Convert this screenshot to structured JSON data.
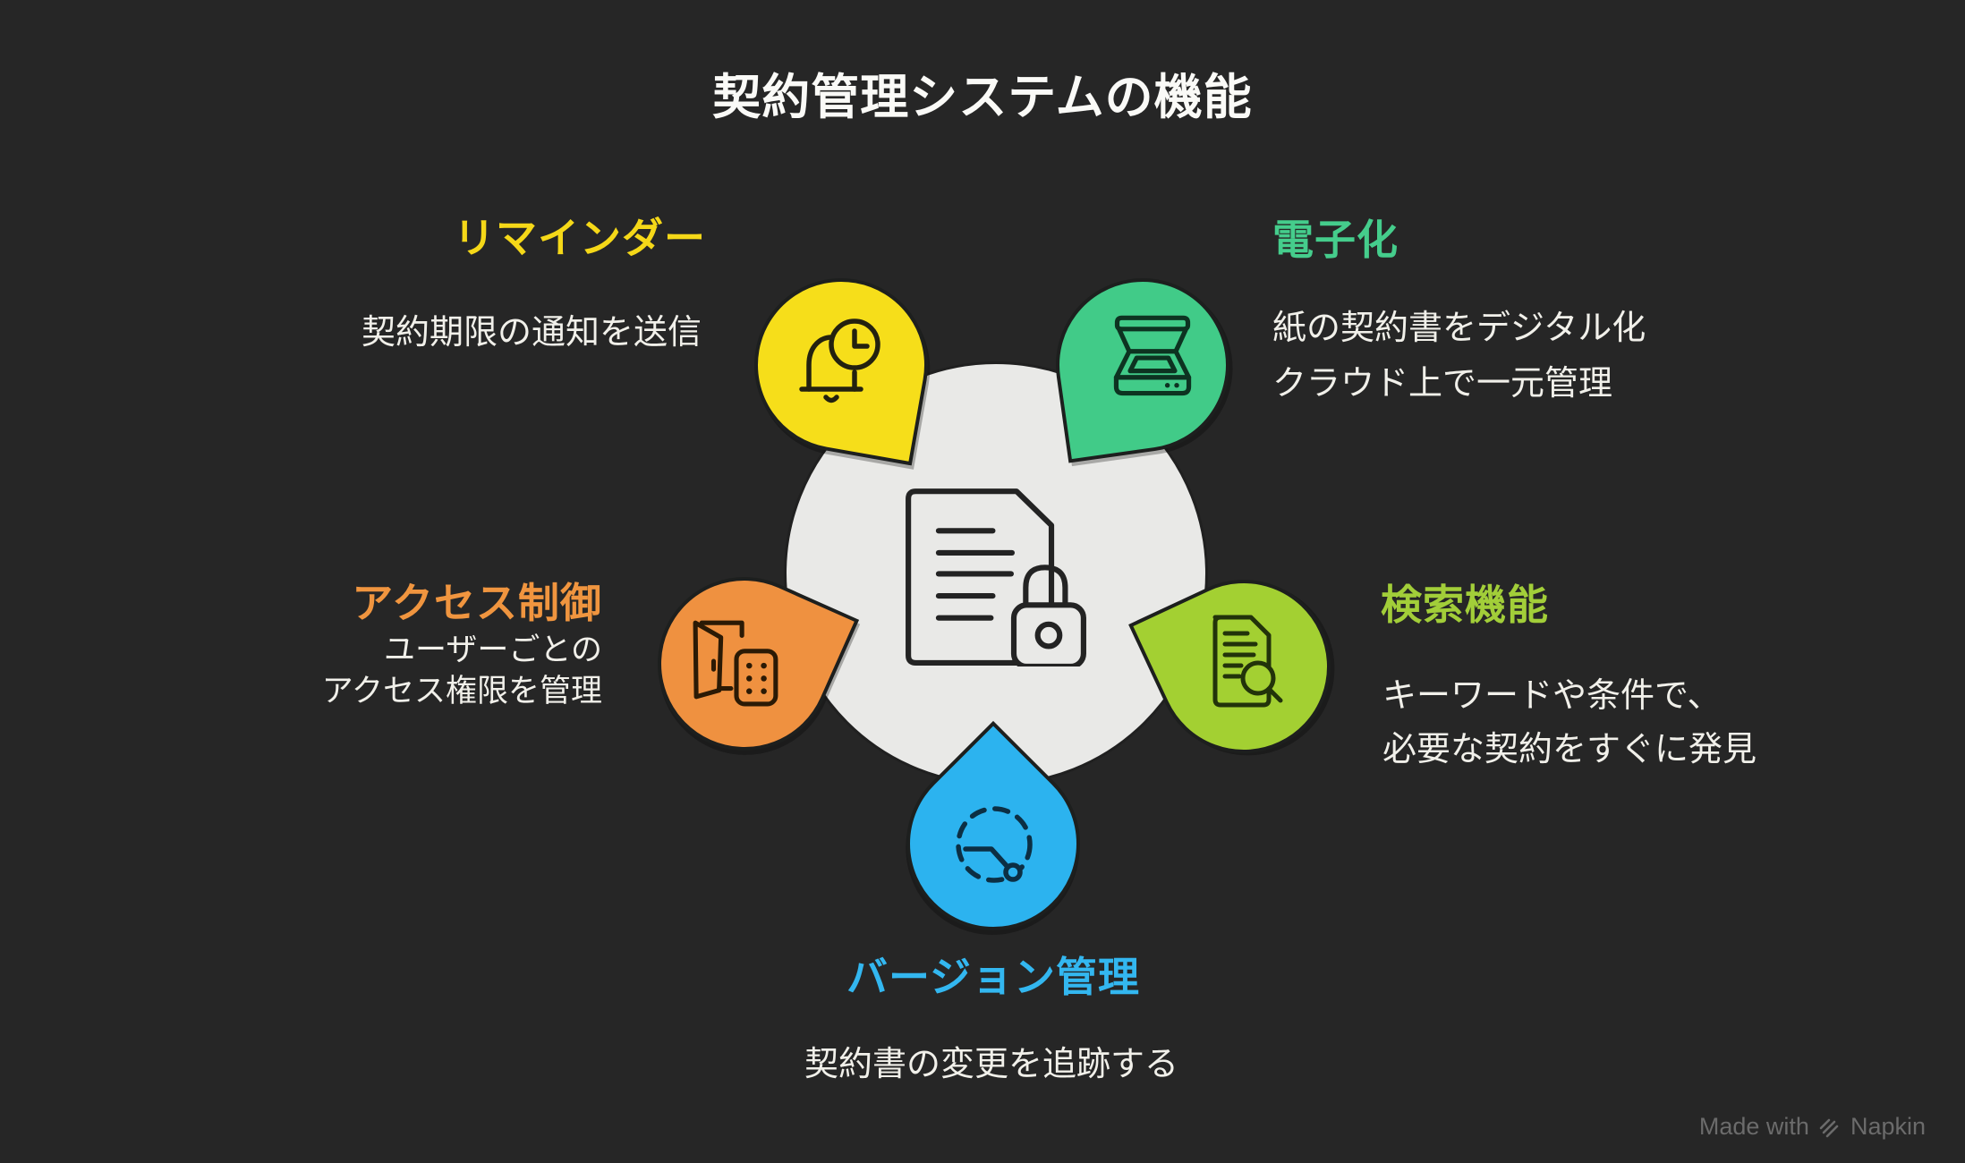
{
  "title": "契約管理システムの機能",
  "background_color": "#262626",
  "center": {
    "icon": "document-lock-icon",
    "circle_color": "#e9e9e7",
    "icon_stroke_color": "#232323"
  },
  "features": [
    {
      "id": "reminder",
      "label": "リマインダー",
      "label_color": "#f5d818",
      "petal_color": "#f6de1a",
      "icon": "bell-clock-icon",
      "desc": [
        "契約期限の通知を送信"
      ]
    },
    {
      "id": "digitization",
      "label": "電子化",
      "label_color": "#45cd8c",
      "petal_color": "#41cb88",
      "icon": "scanner-icon",
      "desc": [
        "紙の契約書をデジタル化",
        "クラウド上で一元管理"
      ]
    },
    {
      "id": "search",
      "label": "検索機能",
      "label_color": "#a2ce39",
      "petal_color": "#a3d032",
      "icon": "document-search-icon",
      "desc": [
        "キーワードや条件で、",
        "必要な契約をすぐに発見"
      ]
    },
    {
      "id": "version",
      "label": "バージョン管理",
      "label_color": "#33b7f0",
      "petal_color": "#2cb3ef",
      "icon": "version-history-icon",
      "desc": [
        "契約書の変更を追跡する"
      ]
    },
    {
      "id": "access",
      "label": "アクセス制御",
      "label_color": "#f0953f",
      "petal_color": "#ef9140",
      "icon": "door-keypad-icon",
      "desc": [
        "ユーザーごとの",
        "アクセス権限を管理"
      ]
    }
  ],
  "desc_text_color": "#f1f0ea",
  "footer": {
    "made_with": "Made with",
    "brand": "Napkin",
    "color": "#6b6b6b"
  }
}
